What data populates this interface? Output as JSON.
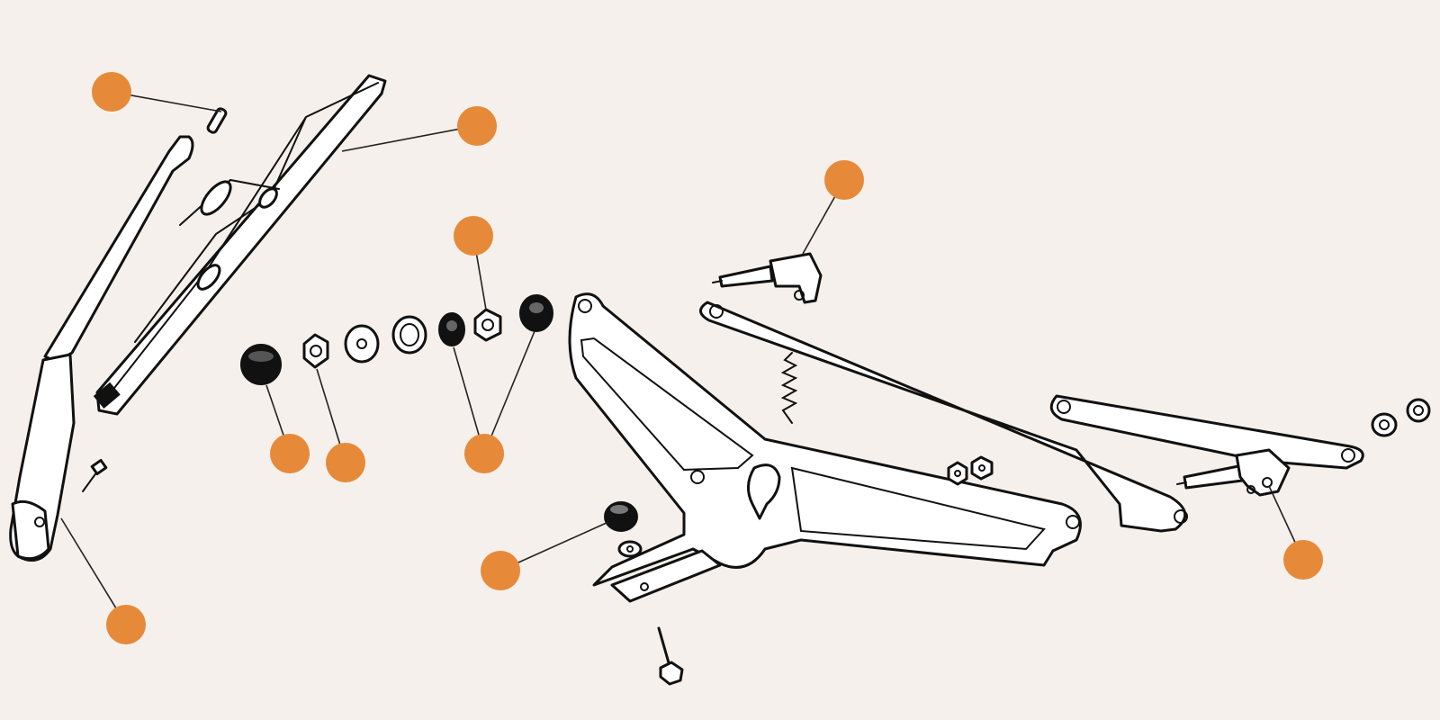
{
  "diagram": {
    "accent_color": "#e68a3a",
    "background_color": "#f5f0eb",
    "line_color": "#111111",
    "hotspots": [
      {
        "id": "hotspot-1",
        "part": "blade-clip"
      },
      {
        "id": "hotspot-2",
        "part": "wiper-blade"
      },
      {
        "id": "hotspot-3",
        "part": "hex-nut-upper"
      },
      {
        "id": "hotspot-4",
        "part": "pivot-shaft-left"
      },
      {
        "id": "hotspot-5",
        "part": "rubber-bushing-left"
      },
      {
        "id": "hotspot-6",
        "part": "hex-nut"
      },
      {
        "id": "hotspot-7",
        "part": "rubber-seals"
      },
      {
        "id": "hotspot-8",
        "part": "mount-bushing"
      },
      {
        "id": "hotspot-9",
        "part": "wiper-arm"
      },
      {
        "id": "hotspot-10",
        "part": "pivot-shaft-right"
      }
    ]
  }
}
